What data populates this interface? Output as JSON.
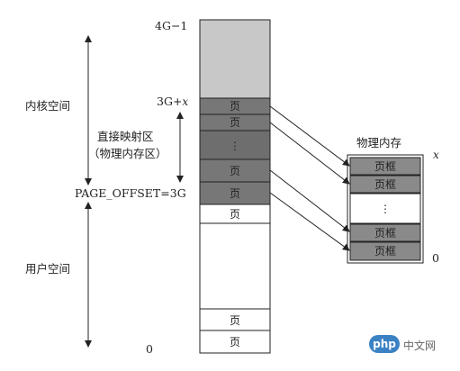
{
  "labels": {
    "top_address": "4G−1",
    "kernel_space": "内核空间",
    "boundary_address": "3G+",
    "boundary_var": "x",
    "direct_map_line1": "直接映射区",
    "direct_map_line2": "（物理内存区）",
    "page_offset": "PAGE_OFFSET=3G",
    "user_space": "用户空间",
    "bottom_address": "0"
  },
  "virtual_pages": {
    "kernel": [
      "页",
      "页",
      "⋮",
      "页",
      "页"
    ],
    "user": [
      "页",
      "页",
      "页"
    ]
  },
  "physical": {
    "title": "物理内存",
    "top_label": "x",
    "bottom_label": "0",
    "frames": [
      "页框",
      "页框",
      "⋮",
      "页框",
      "页框"
    ]
  },
  "colors": {
    "unmapped_kernel": "#c8c8c8",
    "direct_map": "#6e6e6e",
    "frame_fill": "#8a8a8a",
    "user_space": "#ffffff",
    "stroke": "#222222"
  },
  "watermark": {
    "logo": "php",
    "text": "中文网"
  }
}
